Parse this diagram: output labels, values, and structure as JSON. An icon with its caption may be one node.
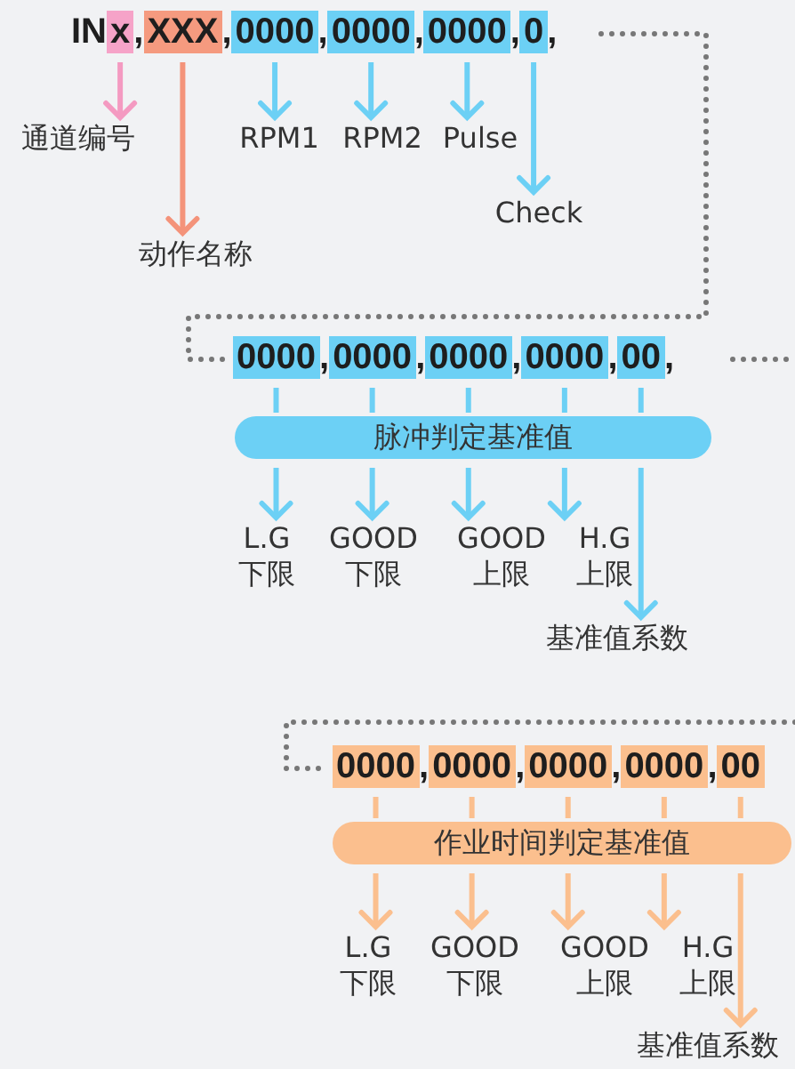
{
  "diagram": {
    "nodes": [
      {
        "text": [
          "x"
        ]
      },
      {
        "text": [
          "XXX"
        ]
      },
      {
        "text": [
          "0000"
        ]
      },
      {
        "text": [
          "0000"
        ]
      },
      {
        "text": [
          "0000"
        ]
      },
      {
        "text": [
          "0"
        ]
      },
      {
        "text": [
          "通道编号"
        ]
      },
      {
        "text": [
          "动作名称"
        ]
      },
      {
        "text": [
          "RPM1"
        ]
      },
      {
        "text": [
          "RPM2"
        ]
      },
      {
        "text": [
          "Pulse"
        ]
      },
      {
        "text": [
          "Check"
        ]
      },
      {
        "text": [
          "0000"
        ]
      },
      {
        "text": [
          "0000"
        ]
      },
      {
        "text": [
          "0000"
        ]
      },
      {
        "text": [
          "0000"
        ]
      },
      {
        "text": [
          "00"
        ]
      },
      {
        "text": [
          "脉冲判定基准值"
        ]
      },
      {
        "text": [
          "L.G 下限"
        ]
      },
      {
        "text": [
          "GOOD 下限"
        ]
      },
      {
        "text": [
          "GOOD 上限"
        ]
      },
      {
        "text": [
          "H.G 上限"
        ]
      },
      {
        "text": [
          "基准值系数"
        ]
      },
      {
        "text": [
          "0000"
        ]
      },
      {
        "text": [
          "0000"
        ]
      },
      {
        "text": [
          "0000"
        ]
      },
      {
        "text": [
          "0000"
        ]
      },
      {
        "text": [
          "00"
        ]
      },
      {
        "text": [
          "作业时间判定基准值"
        ]
      },
      {
        "text": [
          "L.G 下限"
        ]
      },
      {
        "text": [
          "GOOD 下限"
        ]
      },
      {
        "text": [
          "GOOD 上限"
        ]
      },
      {
        "text": [
          "H.G 上限"
        ]
      },
      {
        "text": [
          "基准值系数"
        ]
      }
    ],
    "edges": [
      {
        "from": 0,
        "to": 6,
        "arrow": "to",
        "color": "#f49ac1"
      },
      {
        "from": 1,
        "to": 7,
        "arrow": "to",
        "color": "#f4937a"
      },
      {
        "from": 2,
        "to": 8,
        "arrow": "to"
      },
      {
        "from": 3,
        "to": 9,
        "arrow": "to"
      },
      {
        "from": 4,
        "to": 10,
        "arrow": "to"
      },
      {
        "from": 5,
        "to": 11,
        "arrow": "to"
      },
      {
        "from": 12,
        "to": 17,
        "arrow": "none"
      },
      {
        "from": 17,
        "to": 18,
        "arrow": "to"
      },
      {
        "from": 13,
        "to": 17,
        "arrow": "none"
      },
      {
        "from": 17,
        "to": 19,
        "arrow": "to"
      },
      {
        "from": 14,
        "to": 17,
        "arrow": "none"
      },
      {
        "from": 17,
        "to": 20,
        "arrow": "to"
      },
      {
        "from": 15,
        "to": 17,
        "arrow": "none"
      },
      {
        "from": 17,
        "to": 21,
        "arrow": "to"
      },
      {
        "from": 16,
        "to": 17,
        "arrow": "none"
      },
      {
        "from": 17,
        "to": 22,
        "arrow": "to"
      },
      {
        "from": 23,
        "to": 28,
        "arrow": "none",
        "color": "#fbbf8e"
      },
      {
        "from": 28,
        "to": 29,
        "arrow": "to",
        "color": "#fbbf8e"
      },
      {
        "from": 24,
        "to": 28,
        "arrow": "none",
        "color": "#fbbf8e"
      },
      {
        "from": 28,
        "to": 30,
        "arrow": "to",
        "color": "#fbbf8e"
      },
      {
        "from": 25,
        "to": 28,
        "arrow": "none",
        "color": "#fbbf8e"
      },
      {
        "from": 28,
        "to": 31,
        "arrow": "to",
        "color": "#fbbf8e"
      },
      {
        "from": 26,
        "to": 28,
        "arrow": "none",
        "color": "#fbbf8e"
      },
      {
        "from": 28,
        "to": 32,
        "arrow": "to",
        "color": "#fbbf8e"
      },
      {
        "from": 27,
        "to": 28,
        "arrow": "none",
        "color": "#fbbf8e"
      },
      {
        "from": 28,
        "to": 33,
        "arrow": "to",
        "color": "#fbbf8e"
      }
    ],
    "labels": [
      "IN",
      ",",
      ",",
      ",",
      ",",
      ",",
      ",",
      ",",
      ",",
      ",",
      ",",
      ",",
      ",",
      ",",
      ",",
      ","
    ]
  }
}
